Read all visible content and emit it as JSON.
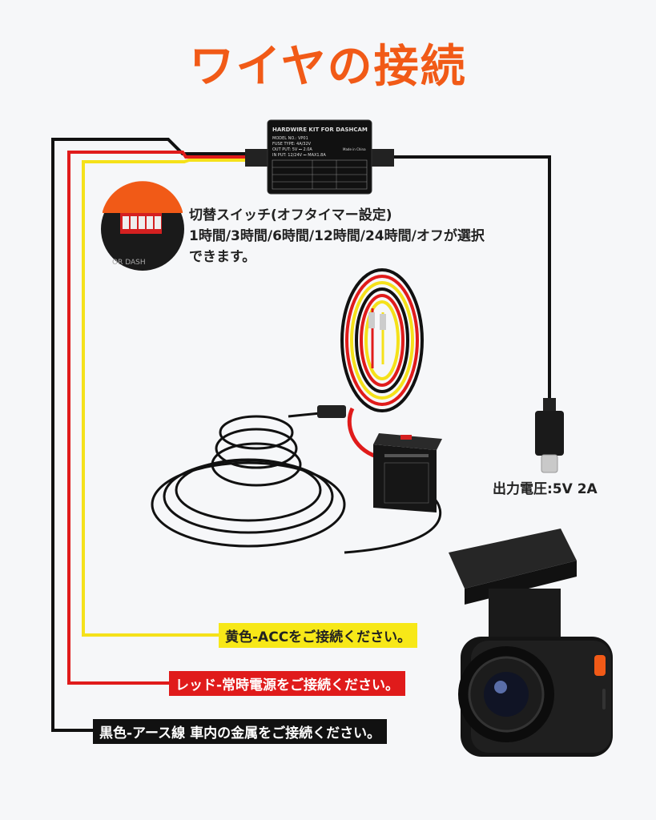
{
  "title": "ワイヤの接続",
  "module": {
    "heading": "HARDWIRE KIT FOR DASHCAM",
    "model": "MODEL NO.: VP01",
    "fuse": "FUSE TYPE: 4A/32V",
    "output": "OUT PUT: 5V ⎓ 2.0A",
    "input": "IN PUT: 12/24V ⎓ MAX1.8A",
    "made_in": "Made in China"
  },
  "switch_note": {
    "line1": "切替スイッチ(オフタイマー設定)",
    "line2": "1時間/3時間/6時間/12時間/24時間/オフが選択",
    "line3": "できます。"
  },
  "output_label": "出力電圧:5V 2A",
  "wire_labels": {
    "yellow": "黄色-ACCをご接続ください。",
    "red": "レッド-常時電源をご接続ください。",
    "black": "黒色-アース線 車内の金属をご接続ください。"
  },
  "colors": {
    "title": "#f15a17",
    "yellow_wire": "#f5e11a",
    "red_wire": "#e01b1b",
    "black_wire": "#111111"
  }
}
